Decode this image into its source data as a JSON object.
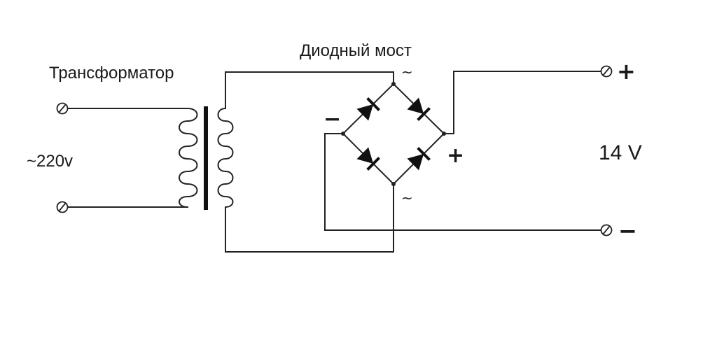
{
  "labels": {
    "transformer": "Трансформатор",
    "bridge": "Диодный мост",
    "input_voltage": "~220v",
    "output_voltage": "14 V",
    "bridge_minus": "−",
    "bridge_plus": "+",
    "ac_top": "~",
    "ac_bottom": "~",
    "out_plus": "+",
    "out_minus": "−"
  },
  "colors": {
    "line": "#222222",
    "background": "#ffffff"
  },
  "icons": {
    "terminal": "terminal-icon",
    "diode": "diode-icon"
  }
}
